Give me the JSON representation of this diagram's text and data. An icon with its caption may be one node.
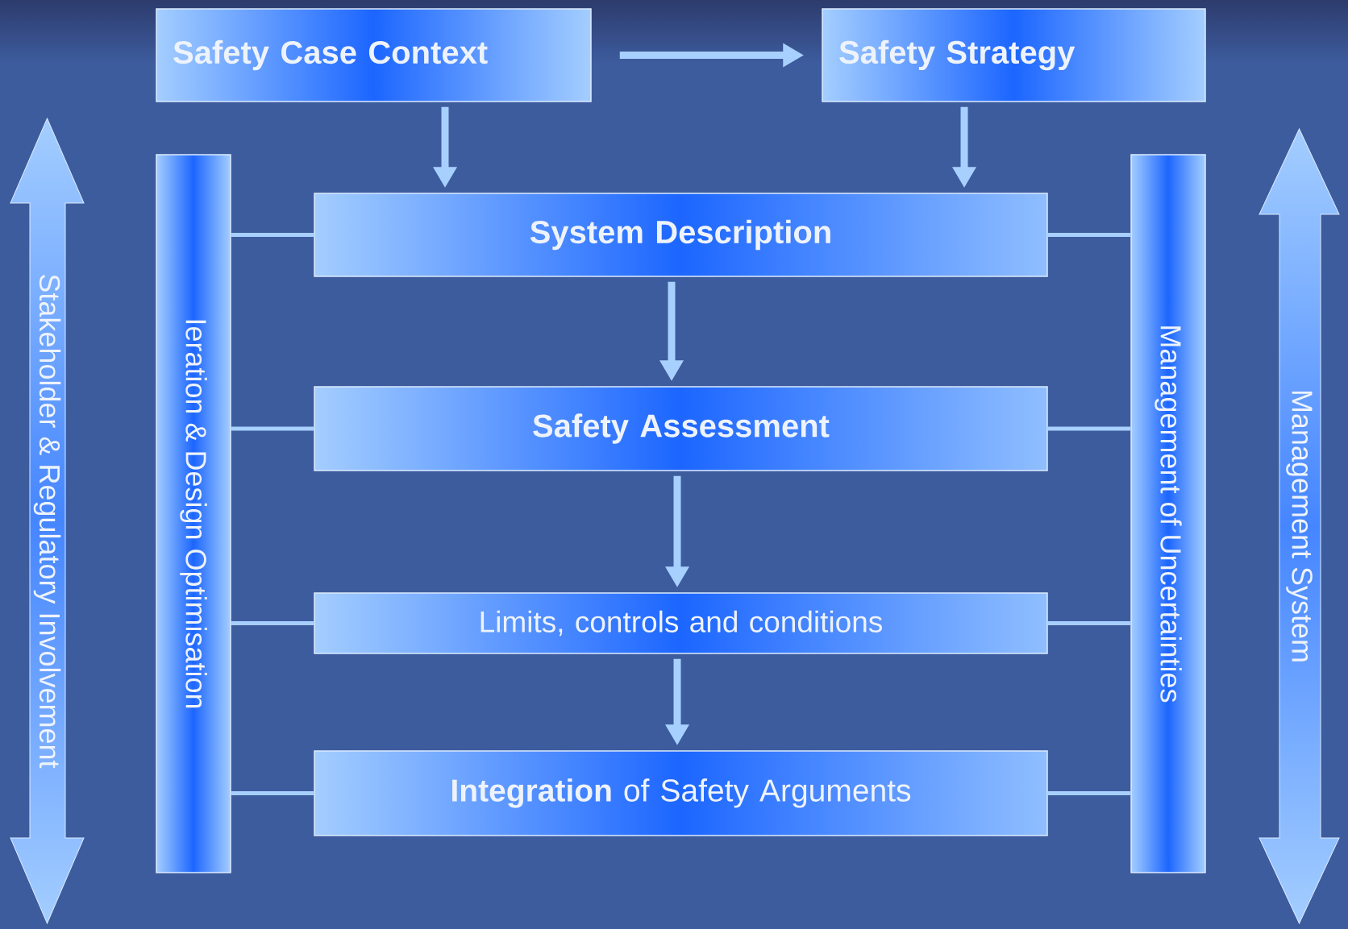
{
  "diagram": {
    "nodes": [
      {
        "text": [
          "Safety Case Context"
        ]
      },
      {
        "text": [
          "Safety Strategy"
        ]
      },
      {
        "text": [
          "Ieration & Design Optimisation"
        ]
      },
      {
        "text": [
          "System Description"
        ]
      },
      {
        "text": [
          "Safety Assessment"
        ]
      },
      {
        "text": [
          "Limits, controls and conditions"
        ]
      },
      {
        "text": [
          "**Integration** of Safety Arguments"
        ]
      },
      {
        "text": [
          "Management of Uncertainties"
        ]
      },
      {
        "text": [
          "Stakeholder & Regulatory Involvement"
        ]
      },
      {
        "text": [
          "Management System"
        ]
      }
    ],
    "edges": [
      {
        "from": 0,
        "to": 1,
        "arrow": "to",
        "style": "thick"
      },
      {
        "from": 0,
        "to": 3,
        "arrow": "to",
        "style": "thick"
      },
      {
        "from": 1,
        "to": 3,
        "arrow": "to",
        "style": "thick"
      },
      {
        "from": 3,
        "to": 4,
        "arrow": "to",
        "style": "thick"
      },
      {
        "from": 4,
        "to": 5,
        "arrow": "to",
        "style": "thick"
      },
      {
        "from": 5,
        "to": 6,
        "arrow": "to",
        "style": "thick"
      },
      {
        "from": 2,
        "to": 3,
        "arrow": "none"
      },
      {
        "from": 2,
        "to": 4,
        "arrow": "none"
      },
      {
        "from": 2,
        "to": 5,
        "arrow": "none"
      },
      {
        "from": 2,
        "to": 6,
        "arrow": "none"
      },
      {
        "from": 3,
        "to": 7,
        "arrow": "none"
      },
      {
        "from": 4,
        "to": 7,
        "arrow": "none"
      },
      {
        "from": 5,
        "to": 7,
        "arrow": "none"
      },
      {
        "from": 6,
        "to": 7,
        "arrow": "none"
      }
    ]
  }
}
